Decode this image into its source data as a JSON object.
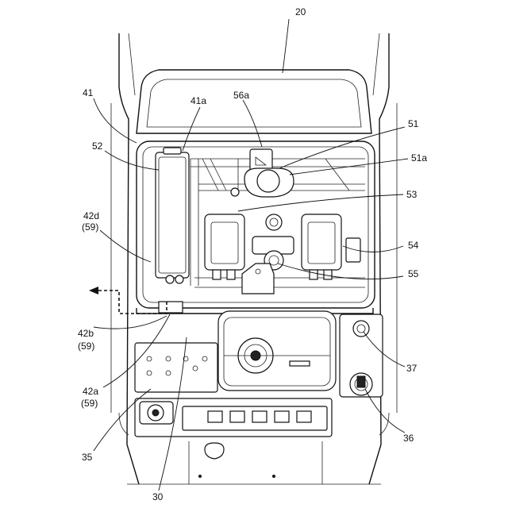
{
  "figure": {
    "labels": {
      "l20": "20",
      "l41": "41",
      "l41a": "41a",
      "l56a": "56a",
      "l51": "51",
      "l51a": "51a",
      "l52": "52",
      "l53": "53",
      "l42d": "42d",
      "l42d_sub": "(59)",
      "l54": "54",
      "l55": "55",
      "l42b": "42b",
      "l42b_sub": "(59)",
      "l37": "37",
      "l42a": "42a",
      "l42a_sub": "(59)",
      "l36": "36",
      "l35": "35",
      "l30": "30"
    }
  }
}
